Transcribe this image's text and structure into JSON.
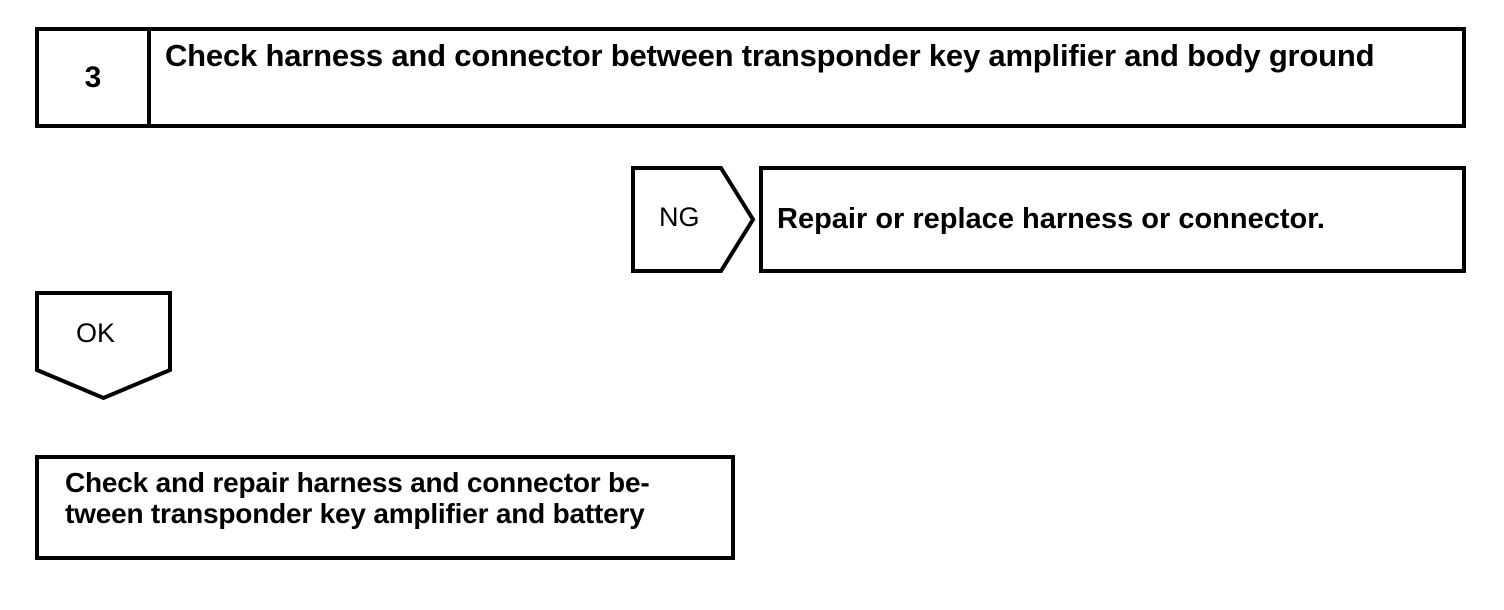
{
  "diagram": {
    "type": "troubleshooting-flowchart",
    "line_color": "#000000",
    "background_color": "#ffffff",
    "step": {
      "number": "3",
      "title": "Check harness and connector between transponder key amplifier and body ground"
    },
    "branches": [
      {
        "label": "NG",
        "shape": "right-pointing-pentagon-arrow",
        "result": "Repair or replace harness or connector."
      },
      {
        "label": "OK",
        "shape": "down-pointing-pentagon-arrow",
        "result": "Check and repair harness and connector be-\ntween transponder key amplifier and battery"
      }
    ],
    "final_action_line1": "Check and repair harness and connector be-",
    "final_action_line2": "tween transponder key amplifier and battery"
  }
}
